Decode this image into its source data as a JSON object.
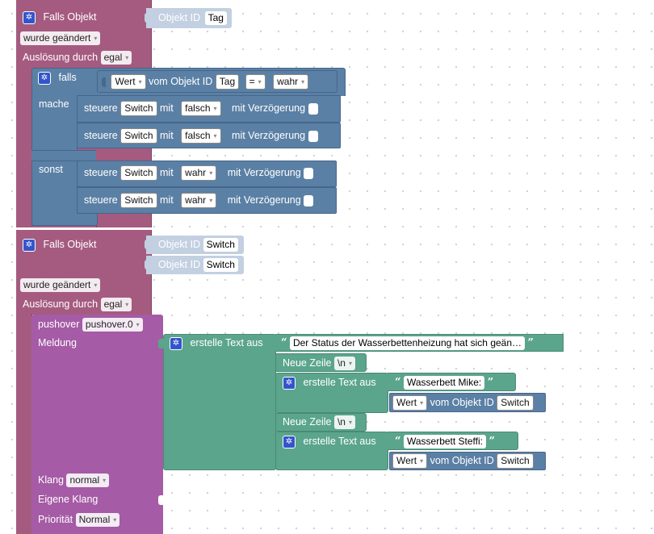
{
  "block1": {
    "title": "Falls Objekt",
    "object_label": "Objekt ID",
    "object_id": "Tag",
    "changed": "wurde geändert",
    "trigger_label": "Auslösung durch",
    "trigger_value": "egal",
    "if_block": {
      "falls_label": "falls",
      "value_dropdown": "Wert",
      "from_label": "vom Objekt ID",
      "from_id": "Tag",
      "op": "=",
      "compare": "wahr",
      "mache_label": "mache",
      "sonst_label": "sonst",
      "then_rows": [
        {
          "label": "steuere",
          "target": "Switch",
          "mit": "mit",
          "value": "falsch",
          "delay_label": "mit Verzögerung"
        },
        {
          "label": "steuere",
          "target": "Switch",
          "mit": "mit",
          "value": "falsch",
          "delay_label": "mit Verzögerung"
        }
      ],
      "else_rows": [
        {
          "label": "steuere",
          "target": "Switch",
          "mit": "mit",
          "value": "wahr",
          "delay_label": "mit Verzögerung"
        },
        {
          "label": "steuere",
          "target": "Switch",
          "mit": "mit",
          "value": "wahr",
          "delay_label": "mit Verzögerung"
        }
      ]
    }
  },
  "block2": {
    "title": "Falls Objekt",
    "object_label": "Objekt ID",
    "object_ids": [
      "Switch",
      "Switch"
    ],
    "changed": "wurde geändert",
    "trigger_label": "Auslösung durch",
    "trigger_value": "egal",
    "pushover": {
      "label": "pushover",
      "instance": "pushover.0",
      "message_label": "Meldung",
      "create_text_label": "erstelle Text aus",
      "status_text": "Der Status der Wasserbettenheizung hat sich geän…",
      "newline_label": "Neue Zeile",
      "newline_value": "\\n",
      "mike_text": "Wasserbett Mike:",
      "steffi_text": "Wasserbett Steffi:",
      "value_dropdown": "Wert",
      "from_label": "vom Objekt ID",
      "from_id": "Switch",
      "sound_label": "Klang",
      "sound_value": "normal",
      "own_sound_label": "Eigene Klang",
      "priority_label": "Priorität",
      "priority_value": "Normal"
    }
  },
  "colors": {
    "event": "#a55b80",
    "logic": "#5b80a5",
    "pushover": "#a55ba5",
    "text": "#5ba58c",
    "background": "#ffffff"
  }
}
